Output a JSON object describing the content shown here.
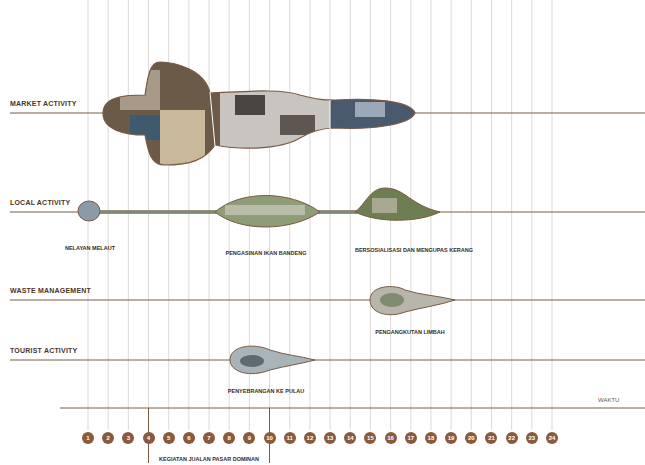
{
  "diagram": {
    "nodes": [
      {
        "text": [
          "NELAYAN MELAUT"
        ]
      },
      {
        "text": [
          "PENGASINAN IKAN BANDENG"
        ]
      },
      {
        "text": [
          "BERSOSIALISASI DAN MENGUPAS KERANG"
        ]
      },
      {
        "text": [
          "PENGANGKUTAN LIMBAH"
        ]
      },
      {
        "text": [
          "PENYEBRANGAN KE PULAU"
        ]
      },
      {
        "text": [
          "1"
        ]
      },
      {
        "text": [
          "2"
        ]
      },
      {
        "text": [
          "3"
        ]
      },
      {
        "text": [
          "4"
        ]
      },
      {
        "text": [
          "5"
        ]
      },
      {
        "text": [
          "6"
        ]
      },
      {
        "text": [
          "7"
        ]
      },
      {
        "text": [
          "8"
        ]
      },
      {
        "text": [
          "9"
        ]
      },
      {
        "text": [
          "10"
        ]
      },
      {
        "text": [
          "11"
        ]
      },
      {
        "text": [
          "12"
        ]
      },
      {
        "text": [
          "13"
        ]
      },
      {
        "text": [
          "14"
        ]
      },
      {
        "text": [
          "15"
        ]
      },
      {
        "text": [
          "16"
        ]
      },
      {
        "text": [
          "17"
        ]
      },
      {
        "text": [
          "18"
        ]
      },
      {
        "text": [
          "19"
        ]
      },
      {
        "text": [
          "20"
        ]
      },
      {
        "text": [
          "21"
        ]
      },
      {
        "text": [
          "22"
        ]
      },
      {
        "text": [
          "23"
        ]
      },
      {
        "text": [
          "24"
        ]
      }
    ],
    "labels": [
      "MARKET ACTIVITY",
      "LOCAL ACTIVITY",
      "WASTE MANAGEMENT",
      "TOURIST ACTIVITY",
      "WAKTU",
      "KEGIATAN JUALAN PASAR DOMINAN"
    ]
  }
}
